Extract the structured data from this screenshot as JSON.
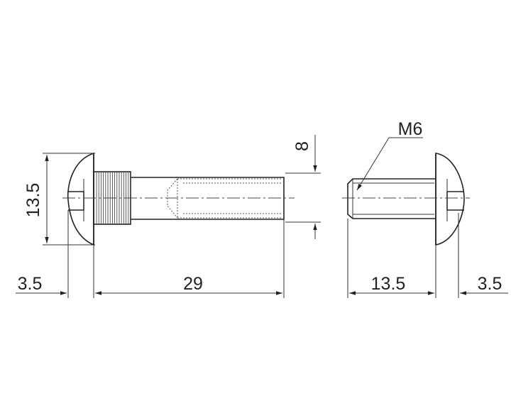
{
  "drawing": {
    "labels": {
      "head_diameter": "13.5",
      "head_height_left": "3.5",
      "sleeve_length": "29",
      "sleeve_diameter": "8",
      "thread": "M6",
      "screw_length": "13.5",
      "head_height_right": "3.5"
    }
  }
}
